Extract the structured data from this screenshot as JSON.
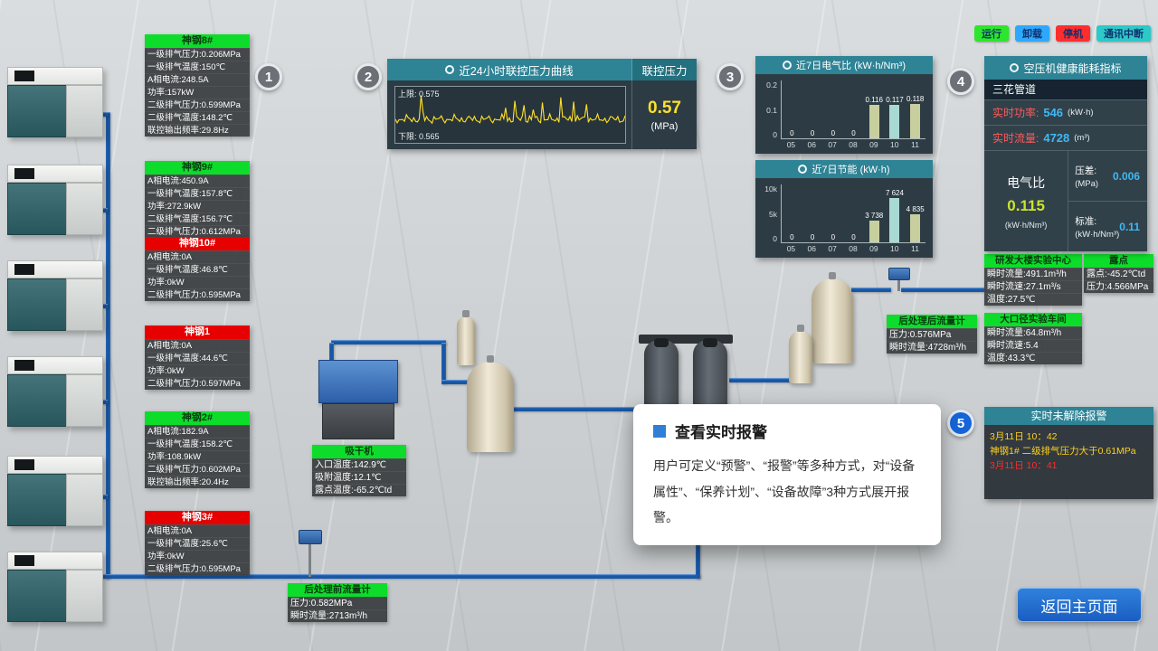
{
  "legend": {
    "items": [
      {
        "label": "运行",
        "color": "#2de52d"
      },
      {
        "label": "卸载",
        "color": "#2da8ff"
      },
      {
        "label": "停机",
        "color": "#ff2d2d"
      },
      {
        "label": "通讯中断",
        "color": "#2dc8c8"
      }
    ]
  },
  "compressors": [
    {
      "name": "神钢8#",
      "status": "run",
      "rows": [
        "一级排气压力:0.206MPa",
        "一级排气温度:150℃",
        "A相电流:248.5A",
        "功率:157kW",
        "二级排气压力:0.599MPa",
        "二级排气温度:148.2℃",
        "联控输出频率:29.8Hz"
      ]
    },
    {
      "name": "神钢9#",
      "status": "run",
      "rows": [
        "A相电流:450.9A",
        "一级排气温度:157.8℃",
        "功率:272.9kW",
        "二级排气温度:156.7℃",
        "二级排气压力:0.612MPa"
      ]
    },
    {
      "name": "神钢10#",
      "status": "stop",
      "rows": [
        "A相电流:0A",
        "一级排气温度:46.8℃",
        "功率:0kW",
        "二级排气压力:0.595MPa"
      ]
    },
    {
      "name": "神钢1",
      "status": "stop",
      "rows": [
        "A相电流:0A",
        "一级排气温度:44.6℃",
        "功率:0kW",
        "二级排气压力:0.597MPa"
      ]
    },
    {
      "name": "神钢2#",
      "status": "run",
      "rows": [
        "A相电流:182.9A",
        "一级排气温度:158.2℃",
        "功率:108.9kW",
        "二级排气压力:0.602MPa",
        "联控输出频率:20.4Hz"
      ]
    },
    {
      "name": "神钢3#",
      "status": "stop",
      "rows": [
        "A相电流:0A",
        "一级排气温度:25.6℃",
        "功率:0kW",
        "二级排气压力:0.595MPa"
      ]
    }
  ],
  "markers": [
    "1",
    "2",
    "3",
    "4",
    "5"
  ],
  "chart_data": [
    {
      "id": "pressure_trend",
      "type": "line",
      "title": "近24小时联控压力曲线",
      "value_header": "联控压力",
      "current": "0.57",
      "unit": "(MPa)",
      "upper_label": "上限:",
      "upper": "0.575",
      "lower_label": "下限:",
      "lower": "0.565"
    },
    {
      "id": "electric_ratio",
      "type": "bar",
      "title": "近7日电气比 (kW·h/Nm³)",
      "categories": [
        "05",
        "06",
        "07",
        "08",
        "09",
        "10",
        "11"
      ],
      "values": [
        0,
        0,
        0,
        0,
        0.116,
        0.117,
        0.118
      ],
      "value_labels": [
        "0",
        "0",
        "0",
        "0",
        "0.116",
        "0.117",
        "0.118"
      ],
      "ylim": [
        0,
        0.2
      ],
      "yticks": [
        "0.2",
        "0.1",
        "0"
      ]
    },
    {
      "id": "energy_saving",
      "type": "bar",
      "title": "近7日节能 (kW·h)",
      "categories": [
        "05",
        "06",
        "07",
        "08",
        "09",
        "10",
        "11"
      ],
      "values": [
        0,
        0,
        0,
        0,
        3738,
        7624,
        4835
      ],
      "value_labels": [
        "0",
        "0",
        "0",
        "0",
        "3 738",
        "7 624",
        "4 835"
      ],
      "ylim": [
        0,
        10000
      ],
      "yticks": [
        "10k",
        "5k",
        "0"
      ]
    }
  ],
  "health": {
    "title": "空压机健康能耗指标",
    "pipeline": "三花管道",
    "power_label": "实时功率:",
    "power_value": "546",
    "power_unit": "(kW·h)",
    "flow_label": "实时流量:",
    "flow_value": "4728",
    "flow_unit": "(m³)",
    "ratio_label": "电气比",
    "ratio_value": "0.115",
    "ratio_unit": "(kW·h/Nm³)",
    "diff_label": "压差:",
    "diff_value": "0.006",
    "diff_unit": "(MPa)",
    "std_label": "标准:",
    "std_value": "0.11",
    "std_unit": "(kW·h/Nm³)"
  },
  "stations": [
    {
      "id": "yanfa",
      "title": "研发大楼实验中心",
      "rows": [
        "瞬时流量:491.1m³/h",
        "瞬时流速:27.1m³/s",
        "温度:27.5℃"
      ]
    },
    {
      "id": "ludian",
      "title": "露点",
      "rows": [
        "露点:-45.2℃td",
        "压力:4.566MPa"
      ]
    },
    {
      "id": "dakoujing",
      "title": "大口径实验车间",
      "rows": [
        "瞬时流量:64.8m³/h",
        "瞬时流速:5.4",
        "温度:43.3℃"
      ]
    },
    {
      "id": "post_flow",
      "title": "后处理后流量计",
      "rows": [
        "压力:0.576MPa",
        "瞬时流量:4728m³/h"
      ]
    },
    {
      "id": "dryer",
      "title": "吸干机",
      "rows": [
        "入口温度:142.9℃",
        "吸附温度:12.1℃",
        "露点温度:-65.2℃td"
      ]
    },
    {
      "id": "pre_flow",
      "title": "后处理前流量计",
      "rows": [
        "压力:0.582MPa",
        "瞬时流量:2713m³/h"
      ]
    }
  ],
  "alarm": {
    "title": "实时未解除报警",
    "entries": [
      {
        "color": "yellow",
        "lines": [
          "3月11日 10：42",
          "神钢1# 二级排气压力大于0.61MPa"
        ]
      },
      {
        "color": "red",
        "lines": [
          "3月11日 10：41"
        ]
      }
    ]
  },
  "popup": {
    "title": "查看实时报警",
    "body": "用户可定义“预警”、“报警”等多种方式，对“设备属性”、“保养计划”、“设备故障”3种方式展开报警。"
  },
  "back_button": "返回主页面"
}
